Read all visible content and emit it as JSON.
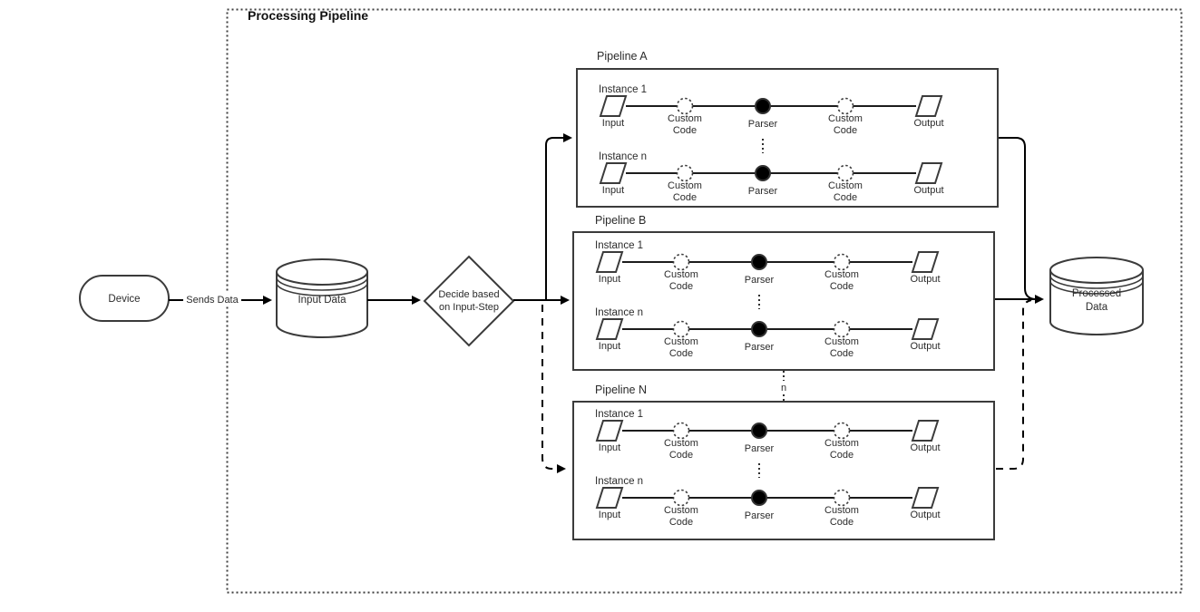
{
  "title": "Processing Pipeline",
  "colors": {
    "shape_stroke": "#3b3b3b",
    "connector": "#000000",
    "text": "#2b2b2b",
    "background": "#ffffff"
  },
  "flow": {
    "device": "Device",
    "sends_data_label": "Sends Data",
    "input_data": "Input Data",
    "decision": [
      "Decide based",
      "on Input-Step"
    ],
    "processed_data": [
      "Processed",
      "Data"
    ],
    "more_pipelines_label": "n"
  },
  "pipelines": [
    {
      "label": "Pipeline A",
      "instances": [
        {
          "label": "Instance 1",
          "steps": {
            "input": "Input",
            "custom_code_1": [
              "Custom",
              "Code"
            ],
            "parser": "Parser",
            "custom_code_2": [
              "Custom",
              "Code"
            ],
            "output": "Output"
          }
        },
        {
          "label": "Instance n",
          "steps": {
            "input": "Input",
            "custom_code_1": [
              "Custom",
              "Code"
            ],
            "parser": "Parser",
            "custom_code_2": [
              "Custom",
              "Code"
            ],
            "output": "Output"
          }
        }
      ]
    },
    {
      "label": "Pipeline B",
      "instances": [
        {
          "label": "Instance 1",
          "steps": {
            "input": "Input",
            "custom_code_1": [
              "Custom",
              "Code"
            ],
            "parser": "Parser",
            "custom_code_2": [
              "Custom",
              "Code"
            ],
            "output": "Output"
          }
        },
        {
          "label": "Instance n",
          "steps": {
            "input": "Input",
            "custom_code_1": [
              "Custom",
              "Code"
            ],
            "parser": "Parser",
            "custom_code_2": [
              "Custom",
              "Code"
            ],
            "output": "Output"
          }
        }
      ]
    },
    {
      "label": "Pipeline N",
      "instances": [
        {
          "label": "Instance 1",
          "steps": {
            "input": "Input",
            "custom_code_1": [
              "Custom",
              "Code"
            ],
            "parser": "Parser",
            "custom_code_2": [
              "Custom",
              "Code"
            ],
            "output": "Output"
          }
        },
        {
          "label": "Instance n",
          "steps": {
            "input": "Input",
            "custom_code_1": [
              "Custom",
              "Code"
            ],
            "parser": "Parser",
            "custom_code_2": [
              "Custom",
              "Code"
            ],
            "output": "Output"
          }
        }
      ]
    }
  ]
}
